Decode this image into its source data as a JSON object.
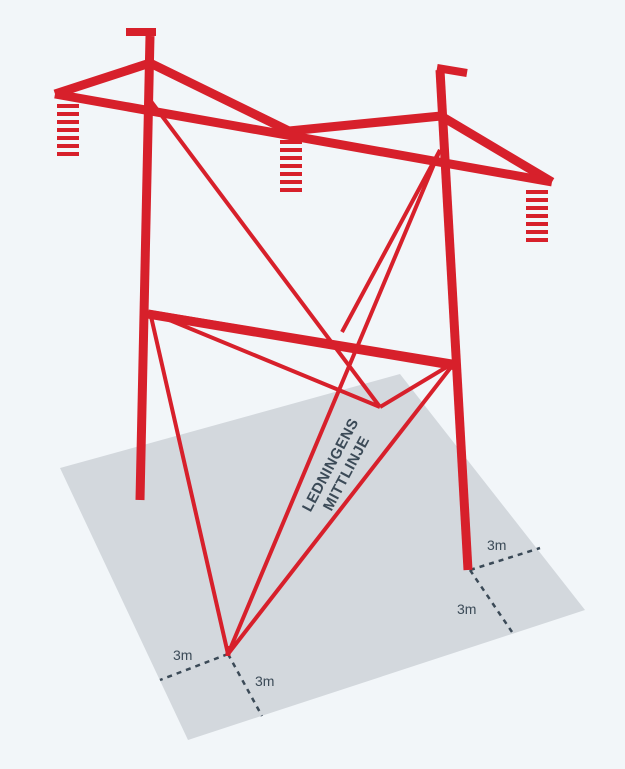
{
  "colors": {
    "background": "#f2f6f9",
    "ground": "#d3d8dd",
    "tower": "#d7202b",
    "dashed_line": "#3b4a57",
    "text": "#3b4a57"
  },
  "labels": {
    "centerline_line1": "LEDNINGENS",
    "centerline_line2": "MITTLINJE",
    "left_dist_horizontal": "3m",
    "left_dist_vertical": "3m",
    "right_dist_horizontal": "3m",
    "right_dist_vertical": "3m"
  }
}
